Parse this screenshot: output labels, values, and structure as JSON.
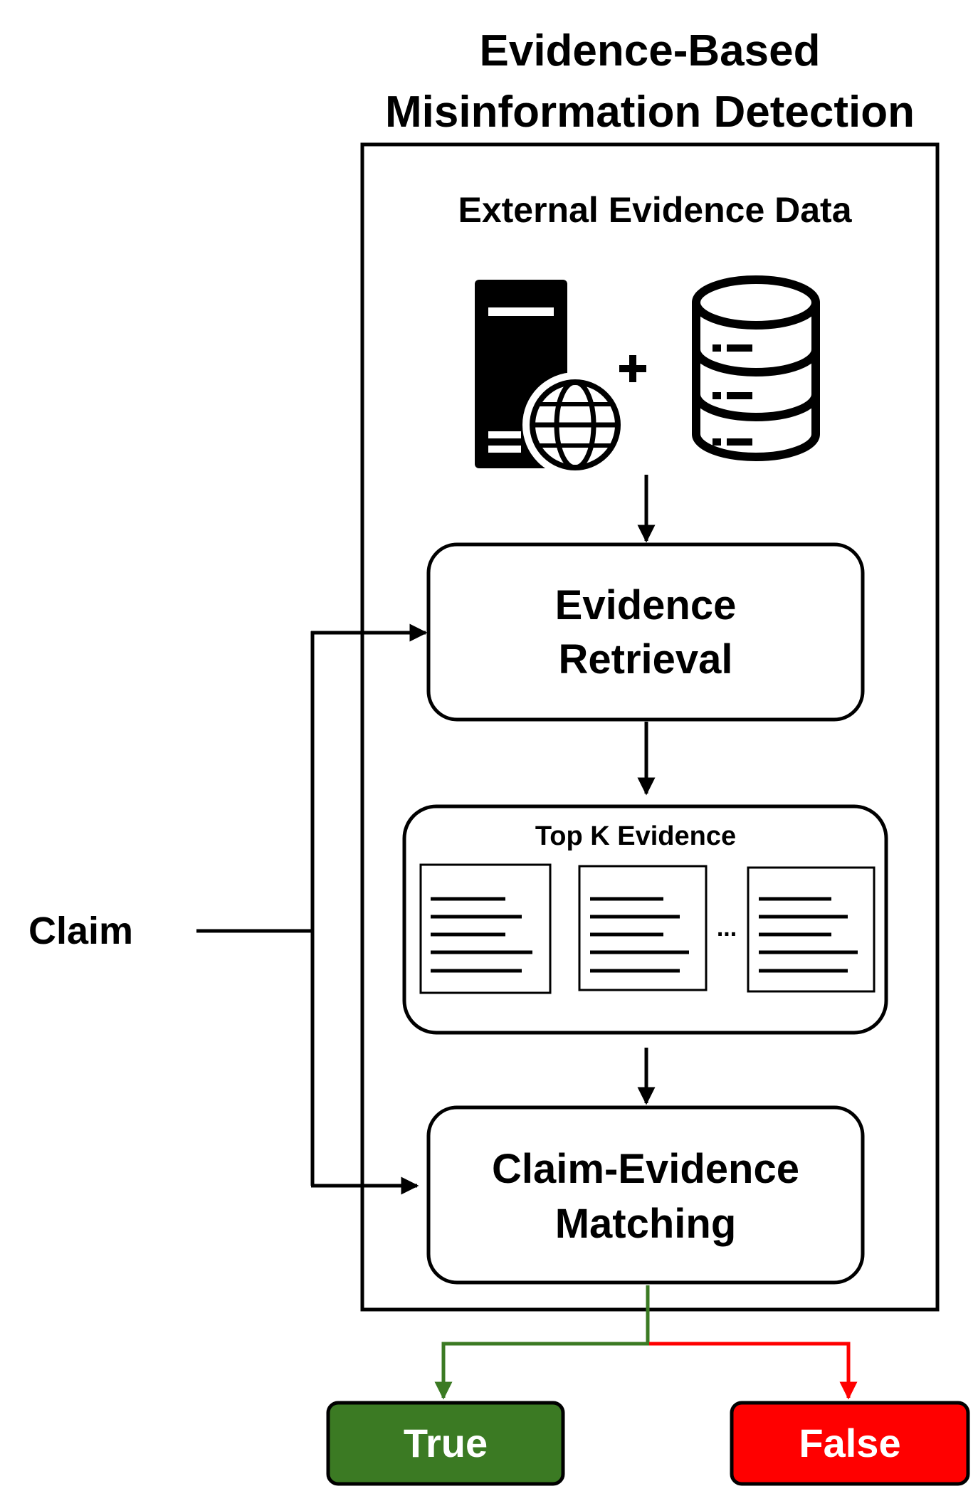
{
  "title": {
    "line1": "Evidence-Based",
    "line2": "Misinformation Detection"
  },
  "external_data": {
    "label": "External Evidence Data",
    "icons": [
      "web-server-icon",
      "plus-icon",
      "database-icon"
    ]
  },
  "claim_label": "Claim",
  "evidence_retrieval": {
    "line1": "Evidence",
    "line2": "Retrieval"
  },
  "top_k": {
    "label": "Top K Evidence",
    "ellipsis": "...",
    "documents": 3
  },
  "matching": {
    "line1": "Claim-Evidence",
    "line2": "Matching"
  },
  "outputs": {
    "true_label": "True",
    "false_label": "False"
  },
  "colors": {
    "true": "#3B7A23",
    "false": "#FF0000",
    "stroke": "#000000"
  }
}
